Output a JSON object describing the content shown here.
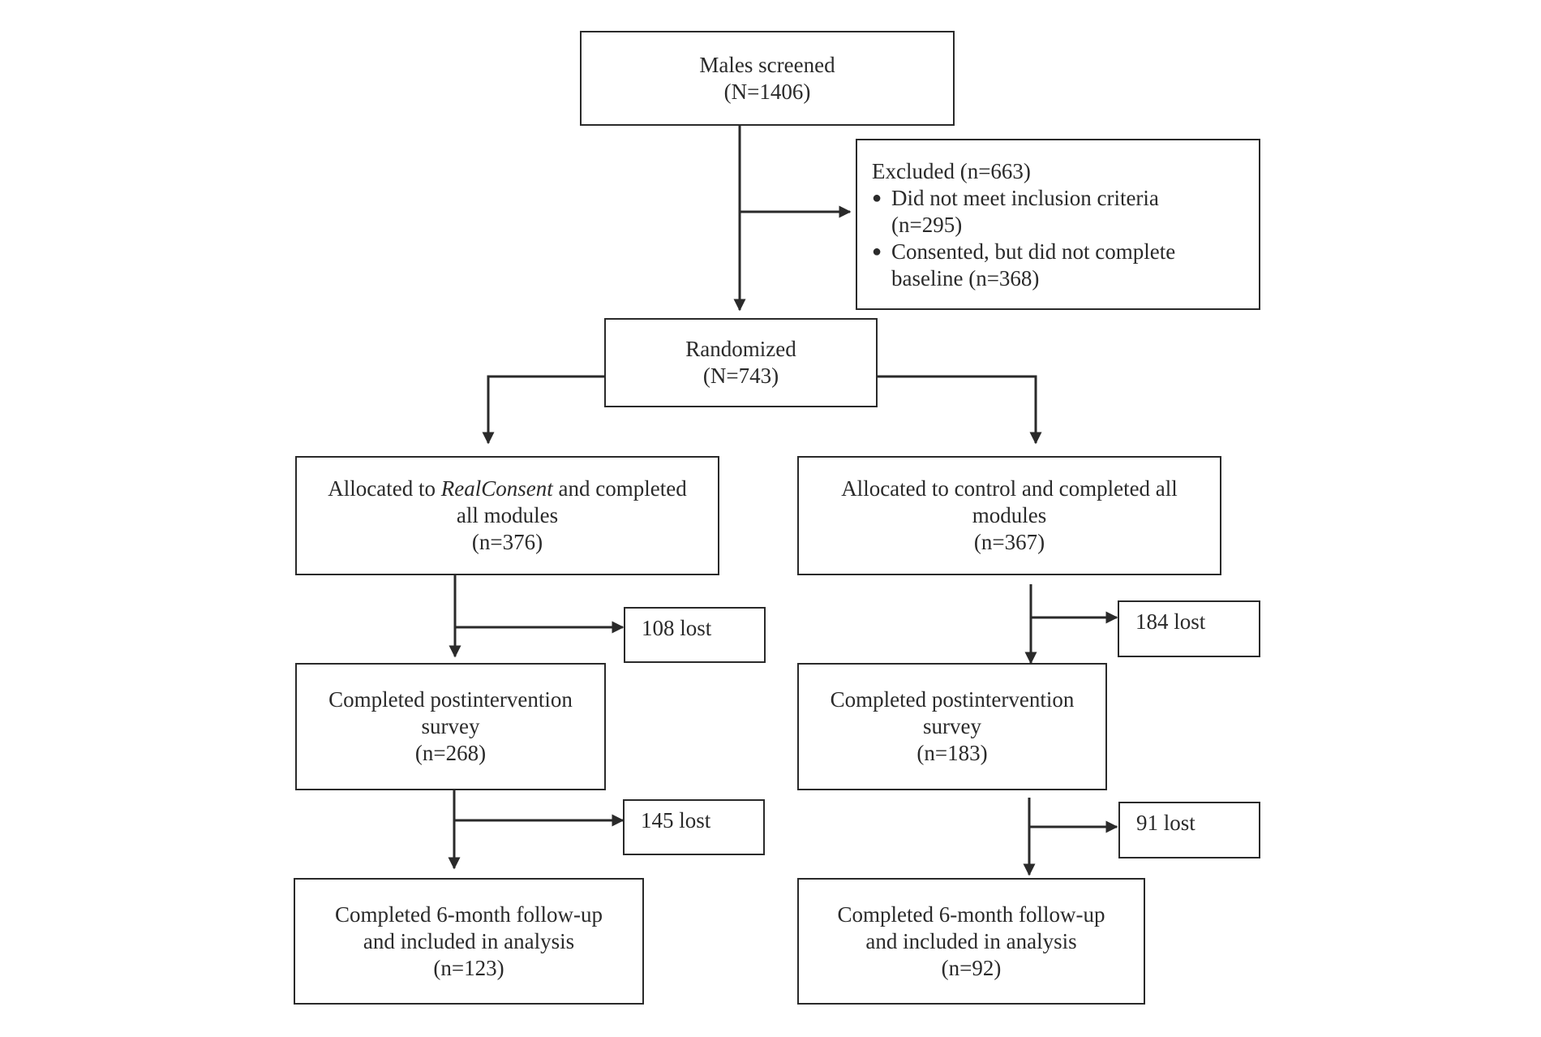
{
  "screened": {
    "label": "Males screened",
    "count": "(N=1406)"
  },
  "excluded": {
    "title": "Excluded (n=663)",
    "items": [
      {
        "line1": "Did not meet inclusion criteria",
        "line2": "(n=295)"
      },
      {
        "line1": "Consented, but did not complete",
        "line2": "baseline (n=368)"
      }
    ]
  },
  "randomized": {
    "label": "Randomized",
    "count": "(N=743)"
  },
  "intervention": {
    "allocated": {
      "prefix": "Allocated to ",
      "program": "RealConsent",
      "suffix": " and completed",
      "line2": "all modules",
      "count": "(n=376)"
    },
    "lost_post": "108 lost",
    "post": {
      "line1": "Completed postintervention",
      "line2": "survey",
      "count": "(n=268)"
    },
    "lost_followup": "145 lost",
    "followup": {
      "line1": "Completed 6-month follow-up",
      "line2": "and included in analysis",
      "count": "(n=123)"
    }
  },
  "control": {
    "allocated": {
      "line1": "Allocated to control and completed all",
      "line2": "modules",
      "count": "(n=367)"
    },
    "lost_post": "184 lost",
    "post": {
      "line1": "Completed postintervention",
      "line2": "survey",
      "count": "(n=183)"
    },
    "lost_followup": "91 lost",
    "followup": {
      "line1": "Completed 6-month follow-up",
      "line2": "and included in analysis",
      "count": "(n=92)"
    }
  }
}
